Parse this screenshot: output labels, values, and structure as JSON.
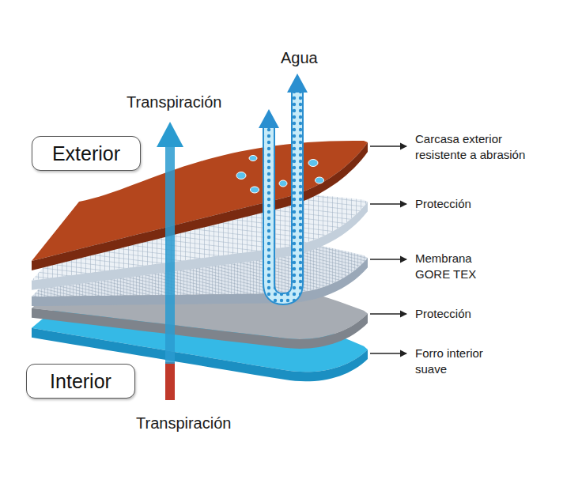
{
  "diagram": {
    "nodes": [
      {
        "text": [
          "Exterior"
        ]
      },
      {
        "text": [
          "Interior"
        ]
      }
    ],
    "labels": [
      "Agua",
      "Transpiración",
      "Carcasa exterior resistente a abrasión",
      "Protección",
      "Membrana GORE TEX",
      "Protección",
      "Forro interior suave",
      "Transpiración"
    ]
  }
}
